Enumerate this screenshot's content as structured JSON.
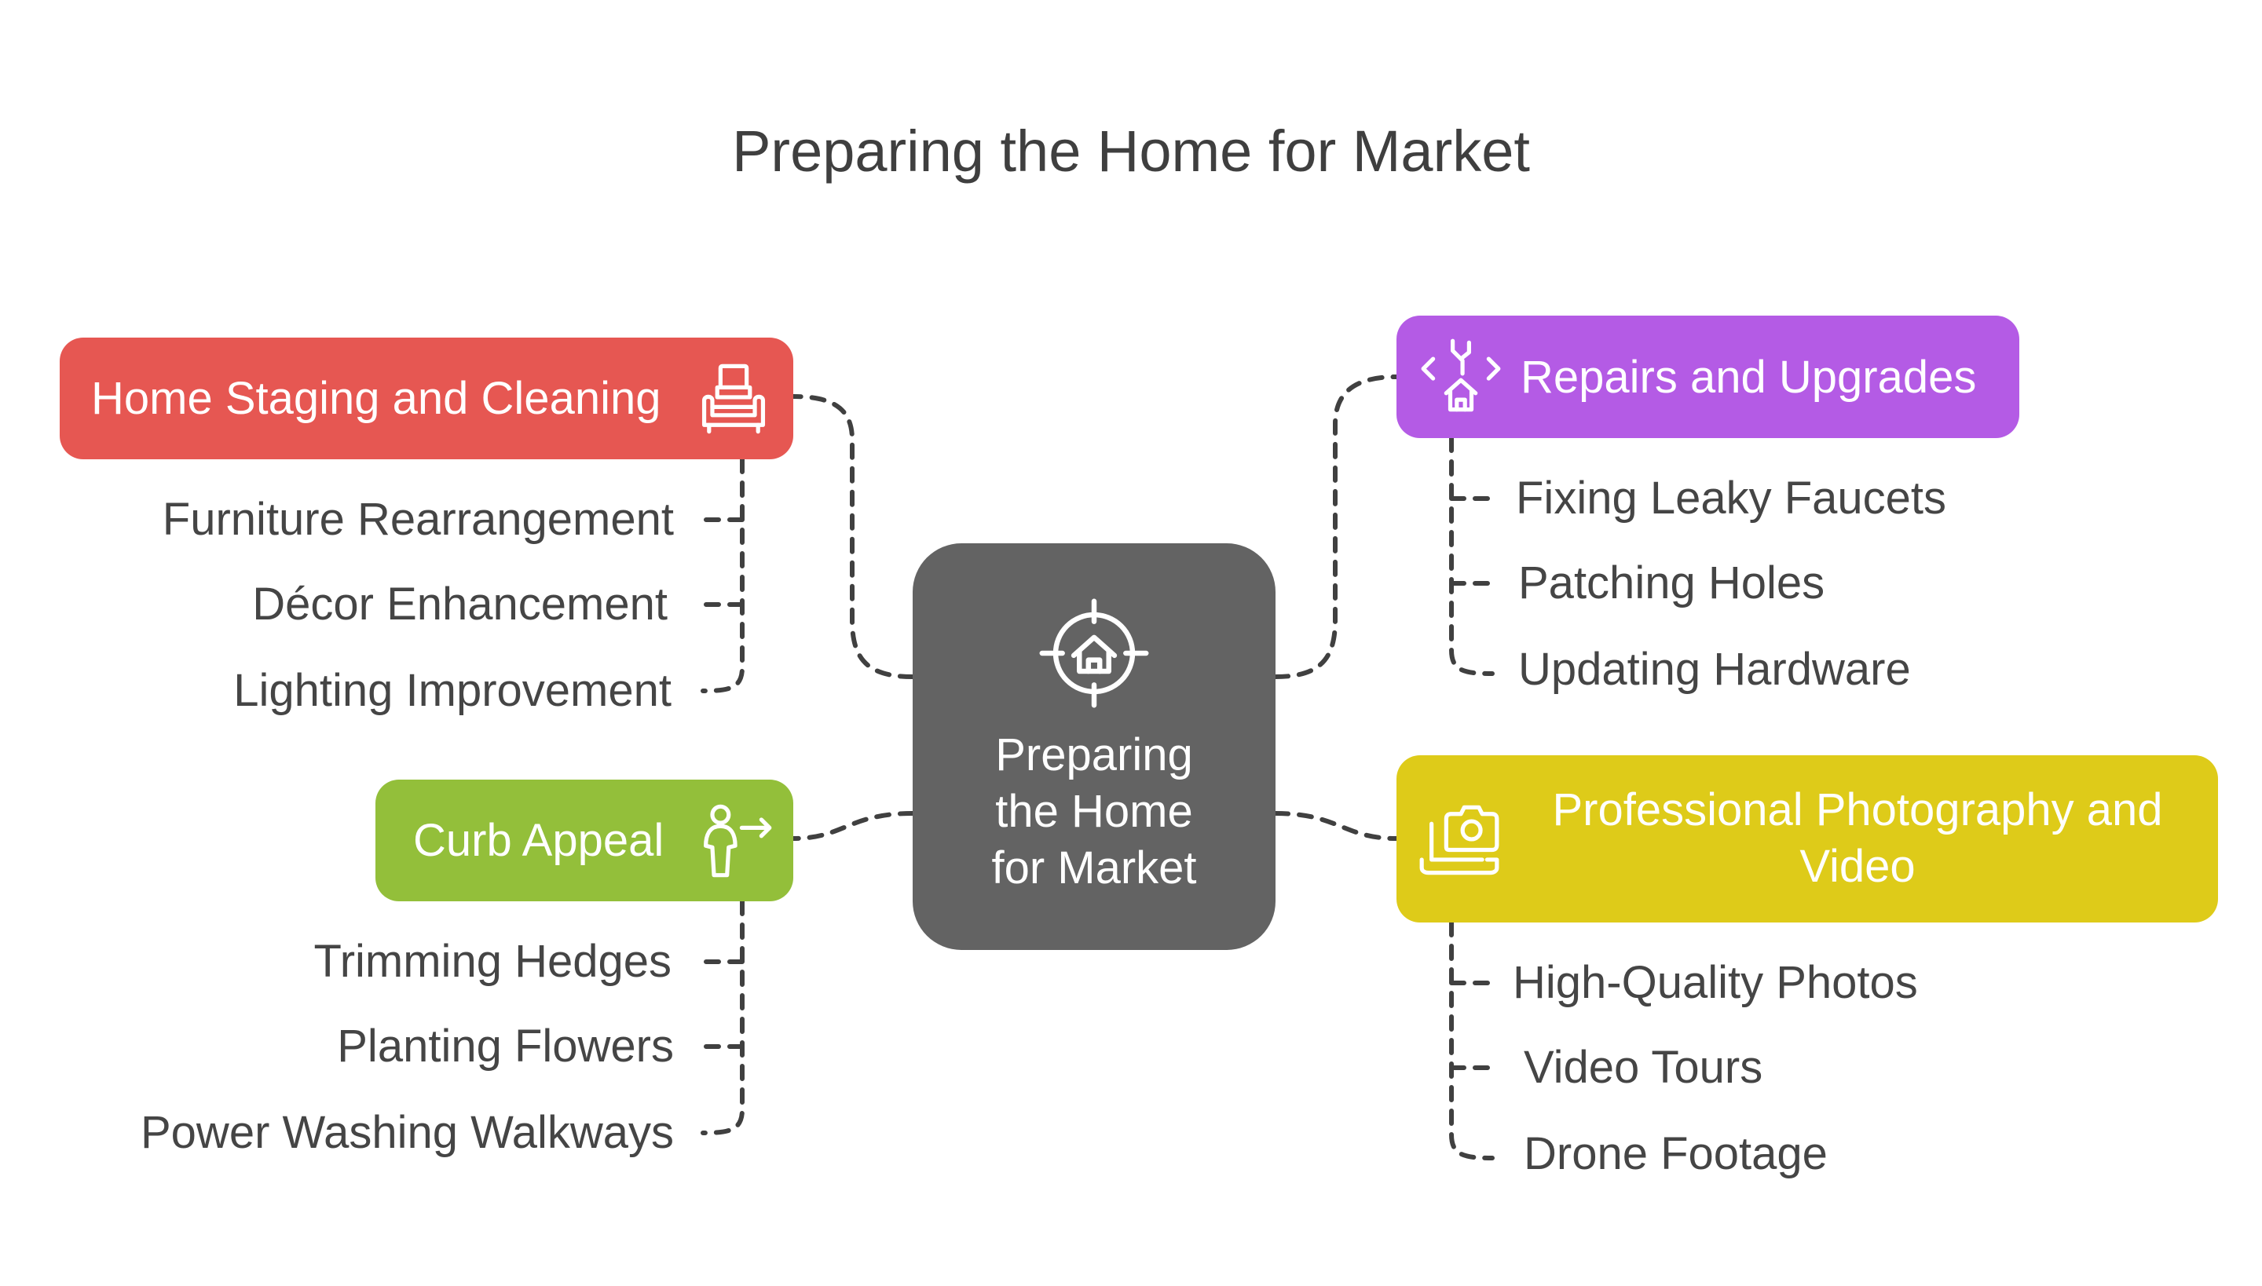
{
  "title": "Preparing the Home for Market",
  "center": {
    "lines": [
      "Preparing",
      "the Home",
      "for Market"
    ],
    "icon": "home-target-icon",
    "color": "#636363"
  },
  "branches": {
    "staging": {
      "label": "Home Staging and Cleaning",
      "icon": "sofa-icon",
      "color": "#e65752",
      "items": [
        "Furniture Rearrangement",
        "Décor Enhancement",
        "Lighting Improvement"
      ]
    },
    "curb": {
      "label": "Curb Appeal",
      "icon": "person-arrow-icon",
      "color": "#93bf3a",
      "items": [
        "Trimming Hedges",
        "Planting Flowers",
        "Power Washing Walkways"
      ]
    },
    "repairs": {
      "label": "Repairs and Upgrades",
      "icon": "tools-house-icon",
      "color": "#b45be5",
      "items": [
        "Fixing Leaky Faucets",
        "Patching Holes",
        "Updating Hardware"
      ]
    },
    "photo": {
      "label_lines": [
        "Professional Photography and",
        "Video"
      ],
      "icon": "laptop-camera-icon",
      "color": "#decb19",
      "items": [
        "High-Quality Photos",
        "Video Tours",
        "Drone Footage"
      ]
    }
  },
  "line_color": "#404040"
}
